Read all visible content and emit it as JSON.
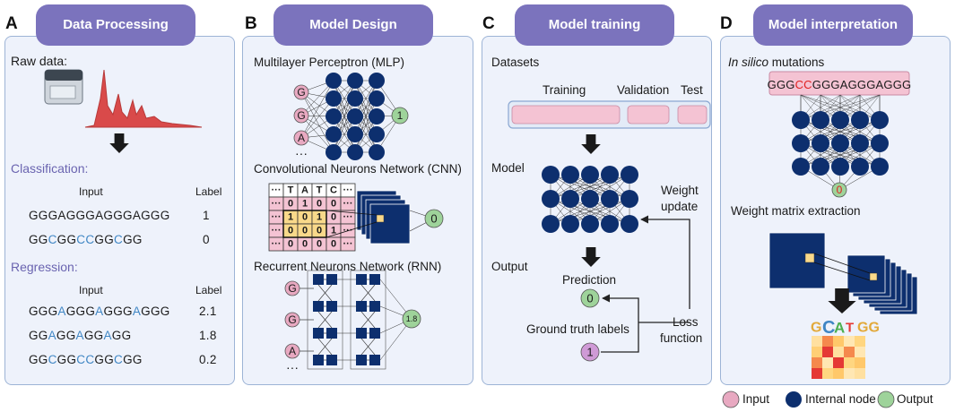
{
  "colors": {
    "input": "#e8a9c1",
    "internal": "#0d2f6e",
    "output": "#9ed39a",
    "tab": "#7b73bd",
    "panel_bg": "#eef2fb",
    "panel_border": "#9db4d6",
    "accent_blue": "#3f86c4",
    "heat_red": "#e53935"
  },
  "panelA": {
    "letter": "A",
    "title": "Data Processing",
    "raw_data": "Raw data:",
    "classification": "Classification:",
    "input_header": "Input",
    "label_header": "Label",
    "class_rows": [
      {
        "seq": [
          {
            "t": "GGGAGGGAGGGAGGG",
            "c": ""
          }
        ],
        "label": "1"
      },
      {
        "seq": [
          {
            "t": "GG",
            "c": ""
          },
          {
            "t": "C",
            "c": "blue"
          },
          {
            "t": "GG",
            "c": ""
          },
          {
            "t": "CC",
            "c": "blue"
          },
          {
            "t": "GG",
            "c": ""
          },
          {
            "t": "C",
            "c": "blue"
          },
          {
            "t": "GG",
            "c": ""
          }
        ],
        "label": "0"
      }
    ],
    "regression": "Regression:",
    "reg_rows": [
      {
        "seq": [
          {
            "t": "GGG",
            "c": ""
          },
          {
            "t": "A",
            "c": "blue"
          },
          {
            "t": "GGG",
            "c": ""
          },
          {
            "t": "A",
            "c": "blue"
          },
          {
            "t": "GGG",
            "c": ""
          },
          {
            "t": "A",
            "c": "blue"
          },
          {
            "t": "GGG",
            "c": ""
          }
        ],
        "label": "2.1"
      },
      {
        "seq": [
          {
            "t": "GG",
            "c": ""
          },
          {
            "t": "A",
            "c": "blue"
          },
          {
            "t": "GG",
            "c": ""
          },
          {
            "t": "A",
            "c": "blue"
          },
          {
            "t": "GG",
            "c": ""
          },
          {
            "t": "A",
            "c": "blue"
          },
          {
            "t": "GG",
            "c": ""
          }
        ],
        "label": "1.8"
      },
      {
        "seq": [
          {
            "t": "GG",
            "c": ""
          },
          {
            "t": "C",
            "c": "blue"
          },
          {
            "t": "GG",
            "c": ""
          },
          {
            "t": "CC",
            "c": "blue"
          },
          {
            "t": "GG",
            "c": ""
          },
          {
            "t": "C",
            "c": "blue"
          },
          {
            "t": "GG",
            "c": ""
          }
        ],
        "label": "0.2"
      }
    ]
  },
  "panelB": {
    "letter": "B",
    "title": "Model Design",
    "mlp": "Multilayer Perceptron (MLP)",
    "mlp_inputs": [
      "G",
      "G",
      "A"
    ],
    "mlp_output": "1",
    "ellipsis": "···",
    "cnn": "Convolutional Neurons Network (CNN)",
    "cnn_header": [
      "···",
      "T",
      "A",
      "T",
      "C",
      "···"
    ],
    "cnn_rows": [
      [
        "···",
        "0",
        "1",
        "0",
        "0",
        "···"
      ],
      [
        "···",
        "1",
        "0",
        "1",
        "0",
        "···"
      ],
      [
        "···",
        "0",
        "0",
        "0",
        "1",
        "···"
      ],
      [
        "···",
        "0",
        "0",
        "0",
        "0",
        "···"
      ]
    ],
    "cnn_output": "0",
    "rnn": "Recurrent Neurons Network (RNN)",
    "rnn_inputs": [
      "G",
      "G",
      "A"
    ],
    "rnn_output": "1.8"
  },
  "panelC": {
    "letter": "C",
    "title": "Model training",
    "datasets": "Datasets",
    "training": "Training",
    "validation": "Validation",
    "test": "Test",
    "model": "Model",
    "output": "Output",
    "prediction": "Prediction",
    "prediction_value": "0",
    "ground_truth": "Ground truth labels",
    "truth_value": "1",
    "weight_update": [
      "Weight",
      "update"
    ],
    "loss": [
      "Loss",
      "function"
    ]
  },
  "panelD": {
    "letter": "D",
    "title": "Model interpretation",
    "mutations_italic": "In silico",
    "mutations_rest": " mutations",
    "mut_seq": [
      {
        "t": "GGG",
        "c": ""
      },
      {
        "t": "CC",
        "c": "red"
      },
      {
        "t": "GGGAGGGAGGG",
        "c": ""
      }
    ],
    "output_value": "0",
    "weight_extraction": "Weight matrix extraction",
    "logo": [
      {
        "t": "G",
        "col": "#e2a93a"
      },
      {
        "t": "C",
        "col": "#3f86c4"
      },
      {
        "t": "A",
        "col": "#4caf50"
      },
      {
        "t": "T",
        "col": "#e53935"
      },
      {
        "t": "GG",
        "col": "#e2a93a"
      }
    ],
    "heatmap": [
      [
        "#ffe0a0",
        "#f5894d",
        "#ffc86a",
        "#ffe7b3",
        "#ffd680"
      ],
      [
        "#ffcf75",
        "#e53935",
        "#ffe0a0",
        "#f5894d",
        "#ffe7b3"
      ],
      [
        "#f5894d",
        "#ffe7b3",
        "#e53935",
        "#ffd680",
        "#ffc86a"
      ],
      [
        "#e53935",
        "#ffd680",
        "#ffc86a",
        "#ffe7b3",
        "#ffe0a0"
      ]
    ]
  },
  "legend": {
    "input": "Input",
    "internal": "Internal node",
    "output": "Output"
  }
}
